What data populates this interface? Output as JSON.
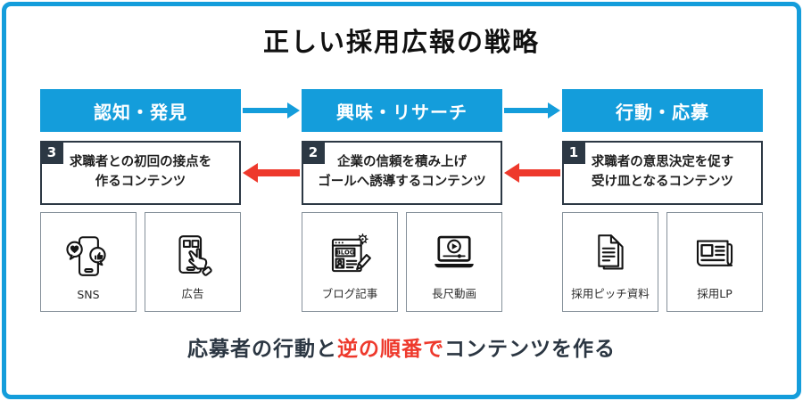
{
  "title": "正しい採用広報の戦略",
  "columns": [
    {
      "stage": "認知・発見",
      "step_number": "3",
      "description_lines": [
        "求職者との初回の接点を",
        "作るコンテンツ"
      ],
      "items": [
        {
          "icon": "sns-phone-icon",
          "label": "SNS"
        },
        {
          "icon": "ad-tap-phone-icon",
          "label": "広告"
        }
      ]
    },
    {
      "stage": "興味・リサーチ",
      "step_number": "2",
      "description_lines": [
        "企業の信頼を積み上げ",
        "ゴールへ誘導するコンテンツ"
      ],
      "items": [
        {
          "icon": "blog-article-icon",
          "label": "ブログ記事",
          "icon_text": "BLOG"
        },
        {
          "icon": "long-video-laptop-icon",
          "label": "長尺動画"
        }
      ]
    },
    {
      "stage": "行動・応募",
      "step_number": "1",
      "description_lines": [
        "求職者の意思決定を促す",
        "受け皿となるコンテンツ"
      ],
      "items": [
        {
          "icon": "pitch-document-icon",
          "label": "採用ピッチ資料"
        },
        {
          "icon": "landing-page-icon",
          "label": "採用LP"
        }
      ]
    }
  ],
  "footer": {
    "prefix": "応募者の行動と",
    "highlight": "逆の順番で",
    "suffix": "コンテンツを作る"
  },
  "colors": {
    "accent_blue": "#149ddb",
    "accent_red": "#ee392c",
    "dark_navy": "#2c3844"
  }
}
